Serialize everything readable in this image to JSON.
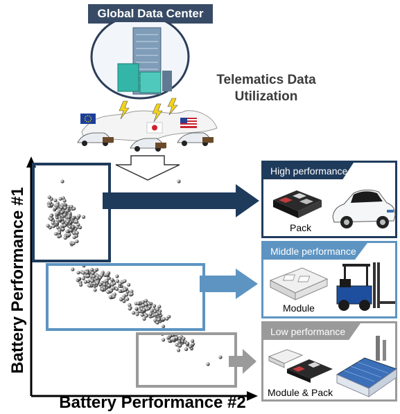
{
  "header": {
    "title": "Global Data Center",
    "subtitle": "Telematics Data\nUtilization"
  },
  "axes": {
    "y_label": "Battery Performance #1",
    "x_label": "Battery Performance #2"
  },
  "tiers": [
    {
      "label": "High performance",
      "caption": "Pack",
      "color": "#1f3b5c"
    },
    {
      "label": "Middle performance",
      "caption": "Module",
      "color": "#5d94c2"
    },
    {
      "label": "Low performance",
      "caption": "Module & Pack",
      "color": "#9a9a9a"
    }
  ],
  "colors": {
    "eu": "#1c3f9a",
    "eu_stars": "#ffdd00",
    "jp_red": "#d02030",
    "us_red": "#c8242f",
    "us_blue": "#2a3f8f"
  }
}
